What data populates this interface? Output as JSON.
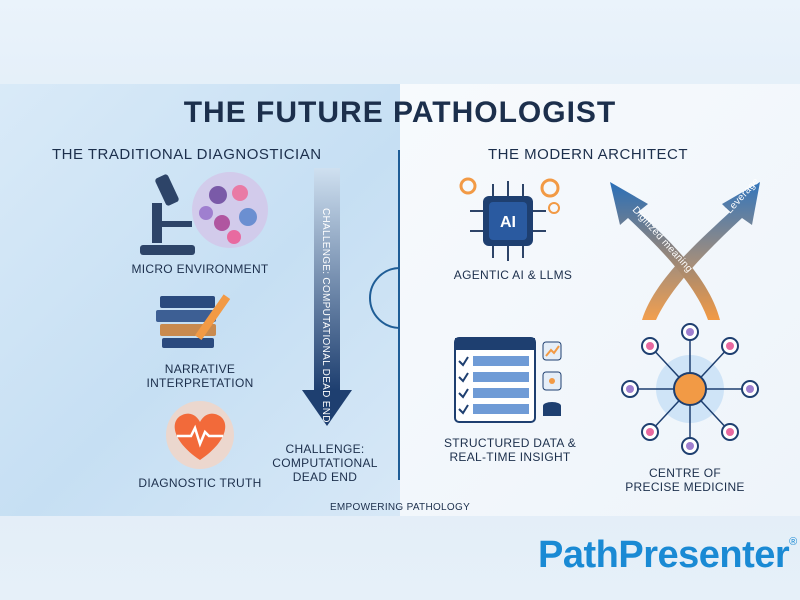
{
  "title": "THE FUTURE PATHOLOGIST",
  "left": {
    "heading": "THE TRADITIONAL DIAGNOSTICIAN",
    "items": [
      {
        "label": "MICRO ENVIRONMENT",
        "icon": "microscope-icon"
      },
      {
        "label_line1": "NARRATIVE",
        "label_line2": "INTERPRETATION",
        "icon": "books-pencil-icon"
      },
      {
        "label": "DIAGNOSTIC TRUTH",
        "icon": "heart-pulse-icon"
      }
    ],
    "arrow_text": "CHALLENGE: COMPUTATIONAL DEAD END",
    "challenge_line1": "CHALLENGE:",
    "challenge_line2": "COMPUTATIONAL",
    "challenge_line3": "DEAD END"
  },
  "right": {
    "heading": "THE MODERN ARCHITECT",
    "items": [
      {
        "label": "AGENTIC AI & LLMS",
        "icon": "ai-chip-icon",
        "chip_text": "AI"
      },
      {
        "label_line1": "STRUCTURED DATA &",
        "label_line2": "REAL-TIME INSIGHT",
        "icon": "data-table-icon"
      },
      {
        "label_line1": "CENTRE OF",
        "label_line2": "PRECISE MEDICINE",
        "icon": "network-hub-icon"
      }
    ],
    "arrow_left_text": "Digitized meaning",
    "arrow_right_text": "Leverage"
  },
  "footer": "EMPOWERING PATHOLOGY",
  "logo": {
    "text": "PathPresenter",
    "mark": "®"
  },
  "colors": {
    "navy": "#1c2f4c",
    "accent": "#1a8ad4",
    "arrow": "#1f5d96",
    "heart": "#f26a3a"
  }
}
